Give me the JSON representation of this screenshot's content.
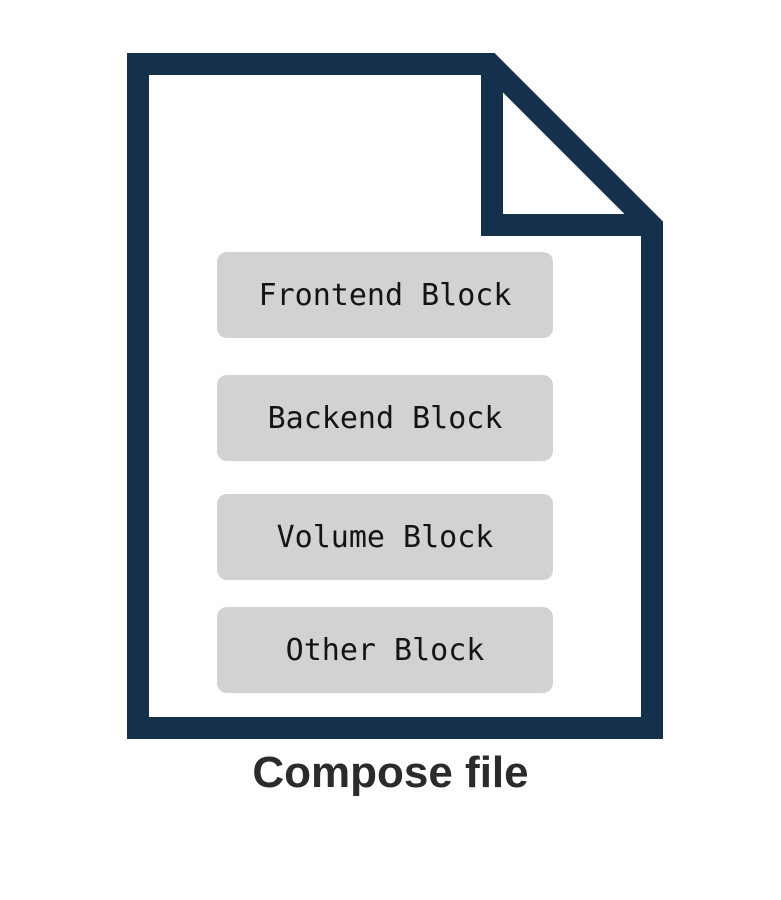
{
  "colors": {
    "outline": "#15304a",
    "block_fill": "#d3d1d2",
    "block_text": "#141414",
    "caption": "#2b2b2b",
    "background": "#ffffff"
  },
  "icon": "file-document-icon",
  "blocks": [
    {
      "label": "Frontend Block"
    },
    {
      "label": "Backend Block"
    },
    {
      "label": "Volume Block"
    },
    {
      "label": "Other Block"
    }
  ],
  "caption": "Compose file"
}
